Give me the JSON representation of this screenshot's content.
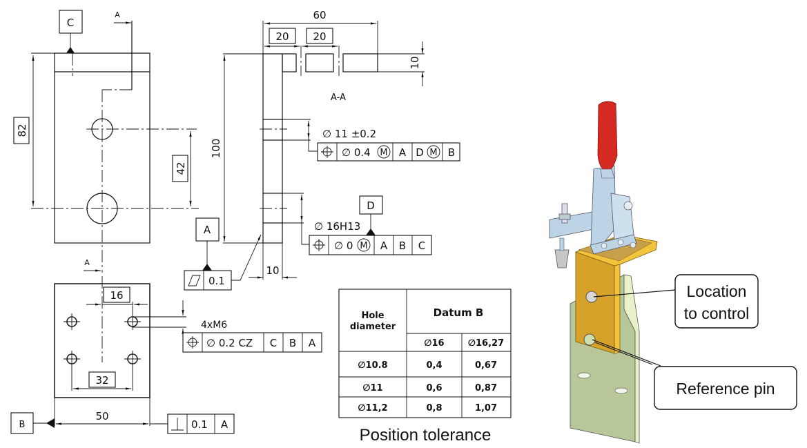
{
  "drawing": {
    "front_view": {
      "datum_c_label": "C",
      "section_arrow_top_label": "A",
      "section_arrow_bottom_label": "A",
      "dim_height": "82",
      "dim_hole_spacing": "42"
    },
    "section_view": {
      "title": "A-A",
      "dim_width": "60",
      "dim_hole1_pos": "20",
      "dim_hole2_pos": "20",
      "dim_thickness_top": "10",
      "dim_height": "100",
      "dim_thickness_bottom": "10",
      "hole1_label": "∅ 11 ±0.2",
      "hole1_fcf": {
        "symbol": "position",
        "tolerance": "∅ 0.4",
        "modifier": "M",
        "datums": [
          "A",
          "D",
          "B"
        ],
        "datum_d_modifier": "M"
      },
      "hole2_label": "∅ 16H13",
      "datum_d_label": "D",
      "hole2_fcf": {
        "symbol": "position",
        "tolerance": "∅ 0",
        "modifier": "M",
        "datums": [
          "A",
          "B",
          "C"
        ]
      },
      "datum_a_label": "A",
      "flatness_fcf": {
        "symbol": "flatness",
        "tolerance": "0.1"
      }
    },
    "top_view": {
      "dim_offset": "16",
      "dim_hole_spacing": "32",
      "dim_width": "50",
      "thread_label": "4xM6",
      "thread_fcf": {
        "symbol": "position",
        "tolerance": "∅  0.2 CZ",
        "datums": [
          "C",
          "B",
          "A"
        ]
      },
      "datum_b_label": "B",
      "perpendicularity_fcf": {
        "symbol": "perpendicularity",
        "tolerance": "0.1",
        "datums": [
          "A"
        ]
      }
    }
  },
  "table": {
    "header_row_label": "Hole diameter",
    "header_row_label_line1": "Hole",
    "header_row_label_line2": "diameter",
    "header_group": "Datum B",
    "columns": [
      "∅16",
      "∅16,27"
    ],
    "rows": [
      {
        "hole": "∅10.8",
        "values": [
          "0,4",
          "0,67"
        ]
      },
      {
        "hole": "∅11",
        "values": [
          "0,6",
          "0,87"
        ]
      },
      {
        "hole": "∅11,2",
        "values": [
          "0,8",
          "1,07"
        ]
      }
    ],
    "caption": "Position tolerance"
  },
  "illustration": {
    "callout_location_line1": "Location",
    "callout_location_line2": "to control",
    "callout_reference": "Reference pin",
    "colors": {
      "handle": "#d42a22",
      "clamp": "#bcd4e6",
      "bracket": "#d7a22a",
      "bracket_edge": "#f2c43c",
      "base_plate": "#b7c79a",
      "base_edge": "#e9f1c8"
    }
  }
}
